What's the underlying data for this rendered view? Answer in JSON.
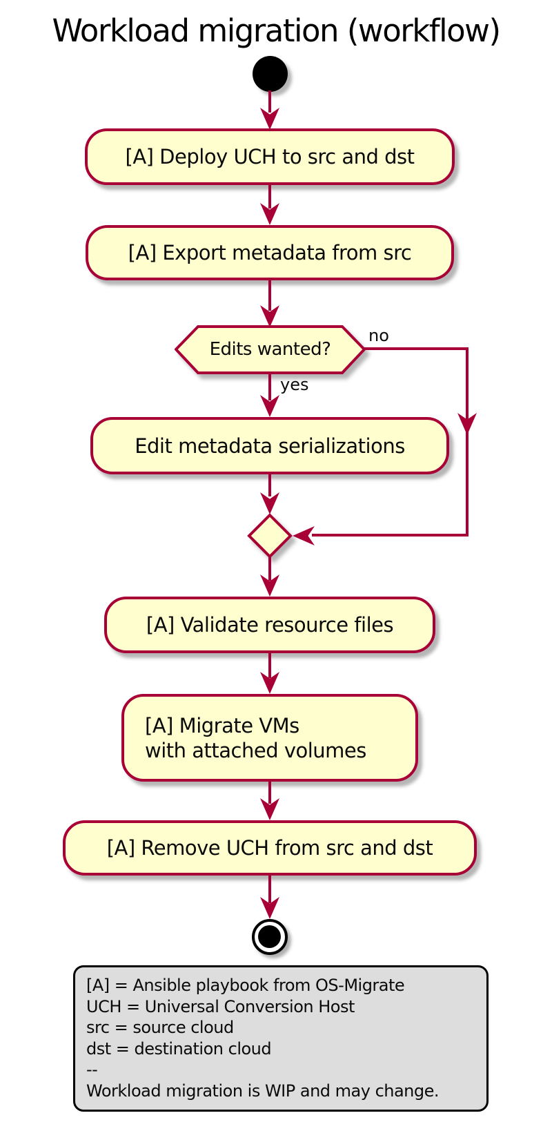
{
  "title": "Workload migration (workflow)",
  "colors": {
    "arrow": "#A80036",
    "activity_fill": "#FEFECE",
    "activity_border": "#A80036",
    "legend_fill": "#DDDDDD",
    "legend_border": "#000000",
    "text": "#000000"
  },
  "nodes": {
    "deploy": "[A] Deploy UCH to src and dst",
    "export": "[A] Export metadata from src",
    "decision": "Edits wanted?",
    "edit": "Edit metadata serializations",
    "validate": "[A] Validate resource files",
    "migrate_line1": "[A] Migrate VMs",
    "migrate_line2": "with attached volumes",
    "remove": "[A] Remove UCH from src and dst"
  },
  "branch_labels": {
    "yes": "yes",
    "no": "no"
  },
  "legend": {
    "lines": [
      "[A] = Ansible playbook from OS-Migrate",
      "UCH = Universal Conversion Host",
      "src = source cloud",
      "dst = destination cloud",
      "--",
      "Workload migration is WIP and may change."
    ]
  }
}
